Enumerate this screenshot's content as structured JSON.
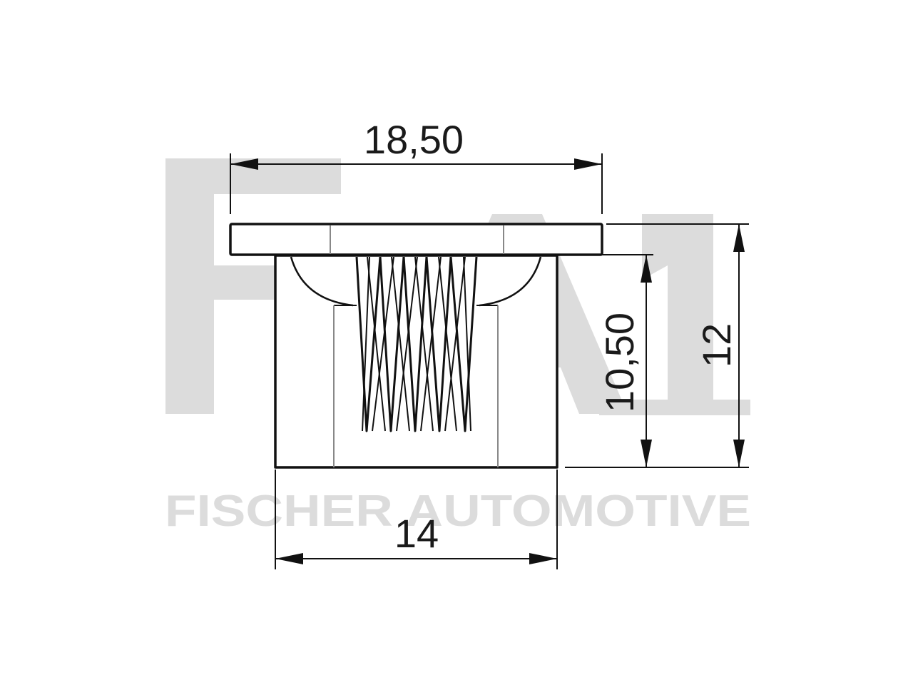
{
  "watermark": {
    "brand": "FA1",
    "company": "FISCHER AUTOMOTIVE",
    "color": "#dcdcdc"
  },
  "dimensions": {
    "flange_width": "18,50",
    "body_width": "14",
    "body_height": "10,50",
    "total_height": "12"
  },
  "colors": {
    "line": "#111111",
    "thin_line": "#888888",
    "fill": "#ffffff"
  }
}
